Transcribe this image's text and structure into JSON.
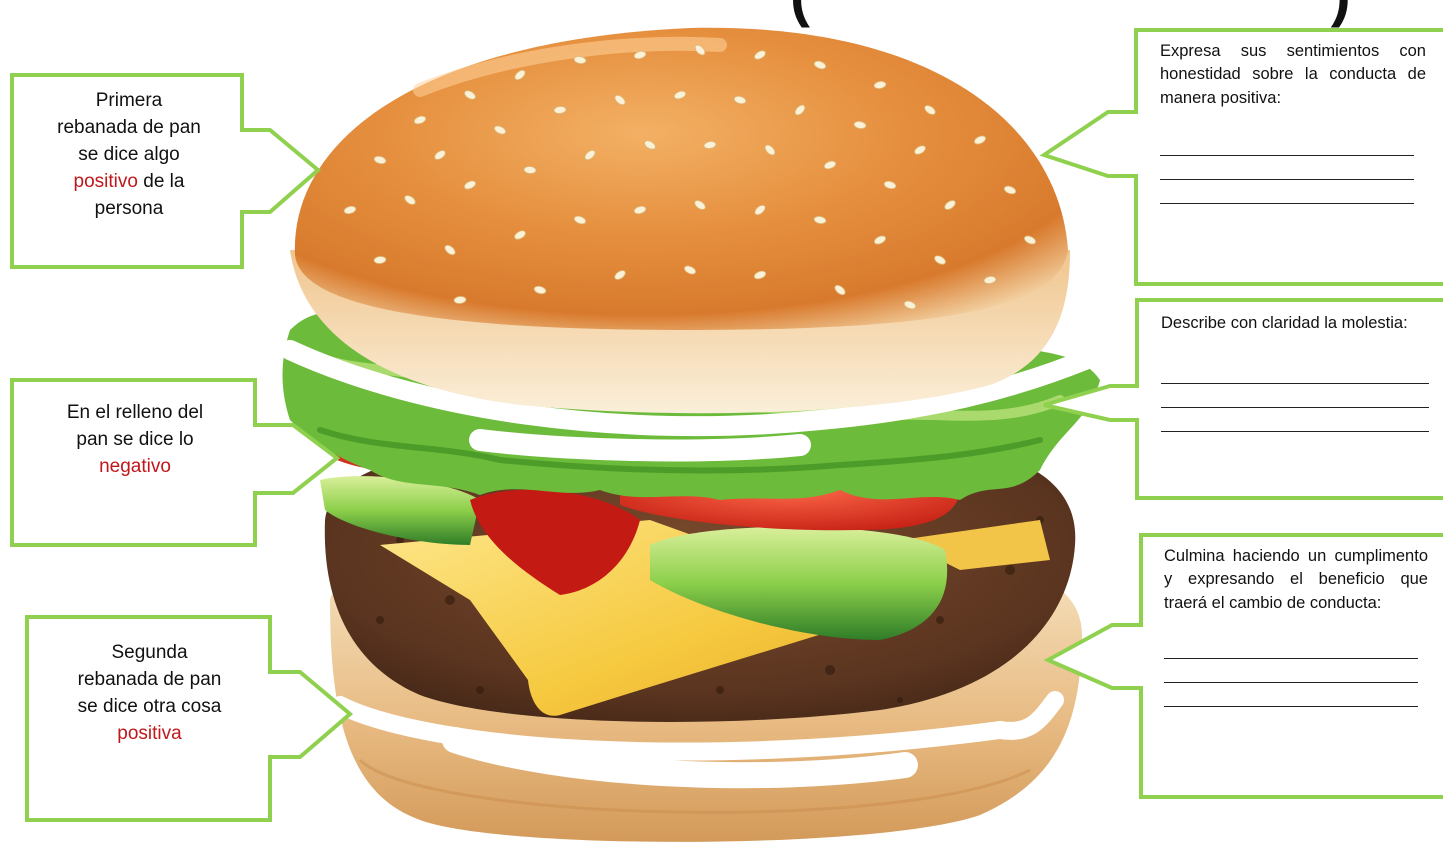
{
  "title_fragment": "(                         )",
  "colors": {
    "callout_border": "#8fd14f",
    "accent_text": "#c0171b"
  },
  "left_callouts": [
    {
      "id": "top-bun",
      "lines": [
        "Primera",
        "rebanada de pan",
        "se dice algo"
      ],
      "accent": "positivo",
      "after_accent": " de la",
      "last": "persona"
    },
    {
      "id": "filling",
      "lines": [
        "En el relleno del",
        "pan se dice lo"
      ],
      "accent": "negativo",
      "after_accent": "",
      "last": ""
    },
    {
      "id": "bottom-bun",
      "lines": [
        "Segunda",
        "rebanada de pan",
        "se dice otra cosa"
      ],
      "accent": "positiva",
      "after_accent": "",
      "last": ""
    }
  ],
  "right_callouts": [
    {
      "id": "praise",
      "text": "Expresa sus sentimientos con honestidad sobre la conducta de manera positiva:",
      "blanks": [
        "______________________",
        "______________________",
        "______________________"
      ]
    },
    {
      "id": "issue",
      "text": "Describe con claridad la molestia:",
      "blanks": [
        "______________________",
        "______________________",
        "______________________"
      ]
    },
    {
      "id": "close",
      "text": "Culmina haciendo un cumplimento y expresando el beneficio que traerá el cambio de conducta:",
      "blanks": [
        "______________________",
        "______________________",
        "______________________"
      ]
    }
  ],
  "image": {
    "subject": "hamburger",
    "layers": [
      "top-bun",
      "lettuce",
      "tomato",
      "cucumber",
      "ketchup",
      "cheese",
      "patty",
      "bottom-bun"
    ]
  }
}
